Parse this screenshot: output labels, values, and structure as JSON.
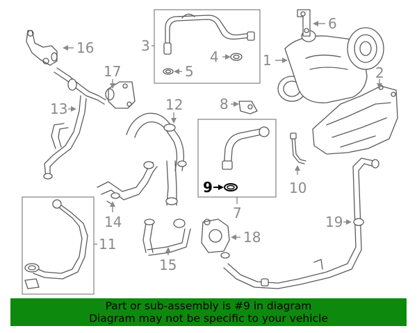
{
  "callouts": {
    "c1": "1",
    "c2": "2",
    "c3": "3",
    "c4": "4",
    "c5": "5",
    "c6": "6",
    "c7": "7",
    "c8": "8",
    "c9": "9",
    "c10": "10",
    "c11": "11",
    "c12": "12",
    "c13": "13",
    "c14": "14",
    "c15": "15",
    "c16": "16",
    "c17": "17",
    "c18": "18",
    "c19": "19"
  },
  "highlighted_part": "9",
  "banner": {
    "line1": "Part or sub-assembly is #9 in diagram",
    "line2": "Diagram may not be specific to your vehicle",
    "color": "#0d8a0d"
  }
}
